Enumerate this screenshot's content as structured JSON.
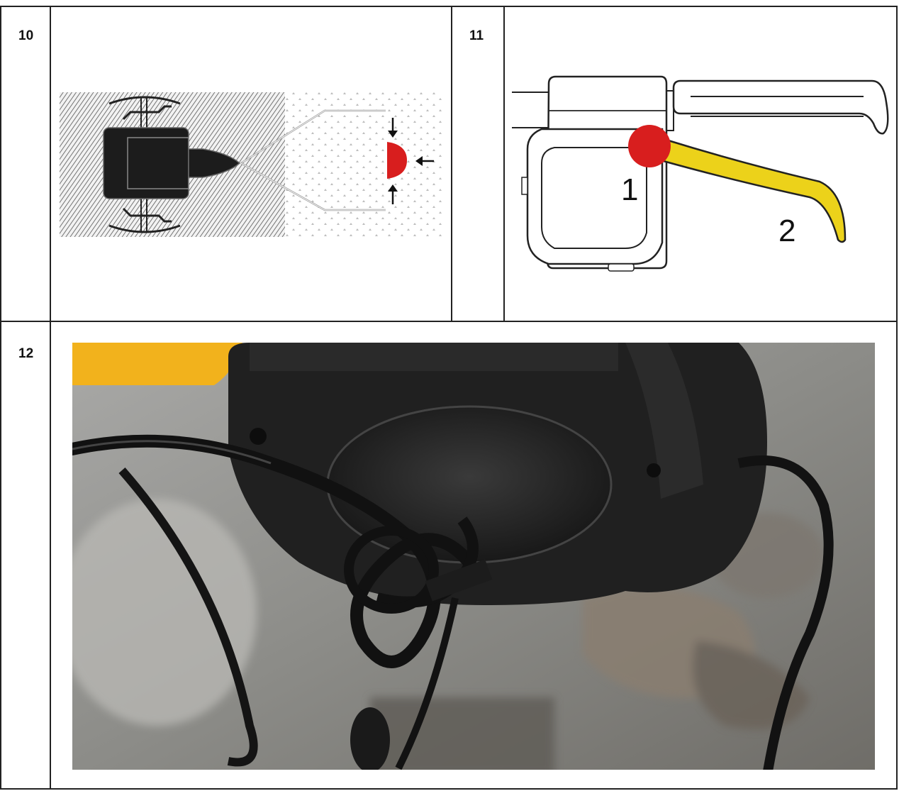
{
  "steps": [
    {
      "number": "10"
    },
    {
      "number": "11",
      "callouts": [
        "1",
        "2"
      ]
    },
    {
      "number": "12"
    }
  ],
  "colors": {
    "highlight_red": "#d81e1e",
    "lever_yellow": "#ecd21a",
    "photo_yellow": "#f2b21c",
    "outline": "#222222"
  }
}
